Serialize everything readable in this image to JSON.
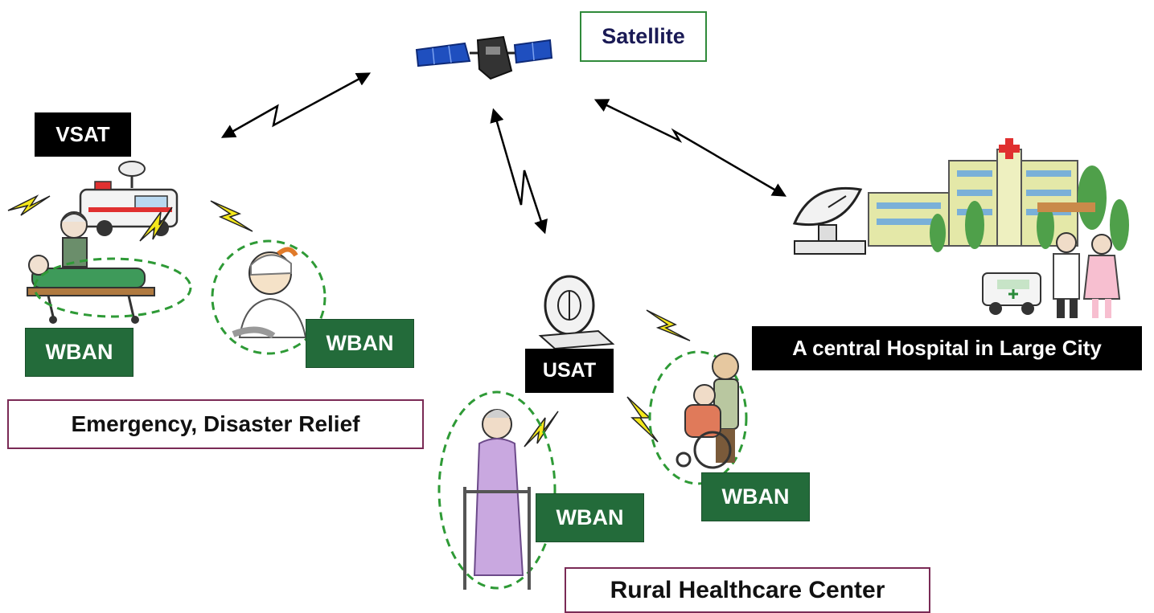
{
  "labels": {
    "satellite": "Satellite",
    "vsat": "VSAT",
    "wban_left_1": "WBAN",
    "wban_left_2": "WBAN",
    "emergency": "Emergency, Disaster Relief",
    "usat": "USAT",
    "wban_center": "WBAN",
    "wban_right": "WBAN",
    "rural": "Rural Healthcare Center",
    "hospital": "A central Hospital in Large City"
  },
  "colors": {
    "wban_green": "#236b3a",
    "bolt_yellow": "#f5e81b",
    "dashed_ring": "#2e9a36",
    "satellite_panel": "#1f4fbf",
    "building": "#e4e8a8",
    "robe": "#c9a8e0"
  },
  "icons": [
    "satellite-icon",
    "ambulance-icon",
    "hospital-building-icon",
    "dish-antenna-icon",
    "wheelchair-icon",
    "walker-icon"
  ]
}
